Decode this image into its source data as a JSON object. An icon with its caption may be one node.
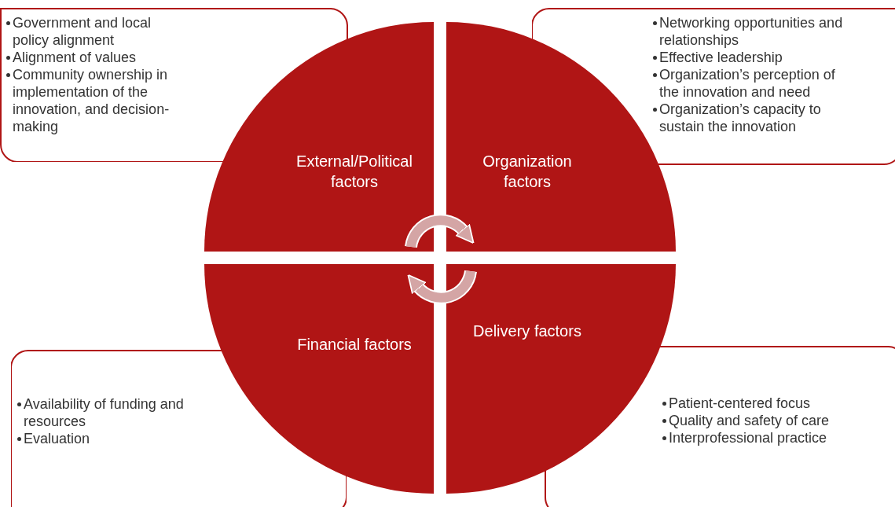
{
  "diagram": {
    "nodes": [
      {
        "text": [
          "Government and local policy alignment",
          "Alignment of values",
          "Community ownership in implementation of the innovation,  and decision-making"
        ]
      },
      {
        "text": [
          "Networking opportunities and relationships",
          "Effective leadership",
          "Organization’s perception of the innovation and need",
          "Organization’s capacity to sustain the innovation"
        ]
      },
      {
        "text": [
          "Availability of funding and resources",
          "Evaluation"
        ]
      },
      {
        "text": [
          "Patient-centered focus",
          "Quality and safety of care",
          "Interprofessional practice"
        ]
      },
      {
        "text": [
          "External/Political factors"
        ]
      },
      {
        "text": [
          "Organization factors"
        ]
      },
      {
        "text": [
          "Financial factors"
        ]
      },
      {
        "text": [
          "Delivery factors"
        ]
      }
    ],
    "edges": [
      {
        "from": 4,
        "to": 5,
        "arrow": "to"
      },
      {
        "from": 7,
        "to": 6,
        "arrow": "to"
      }
    ]
  }
}
